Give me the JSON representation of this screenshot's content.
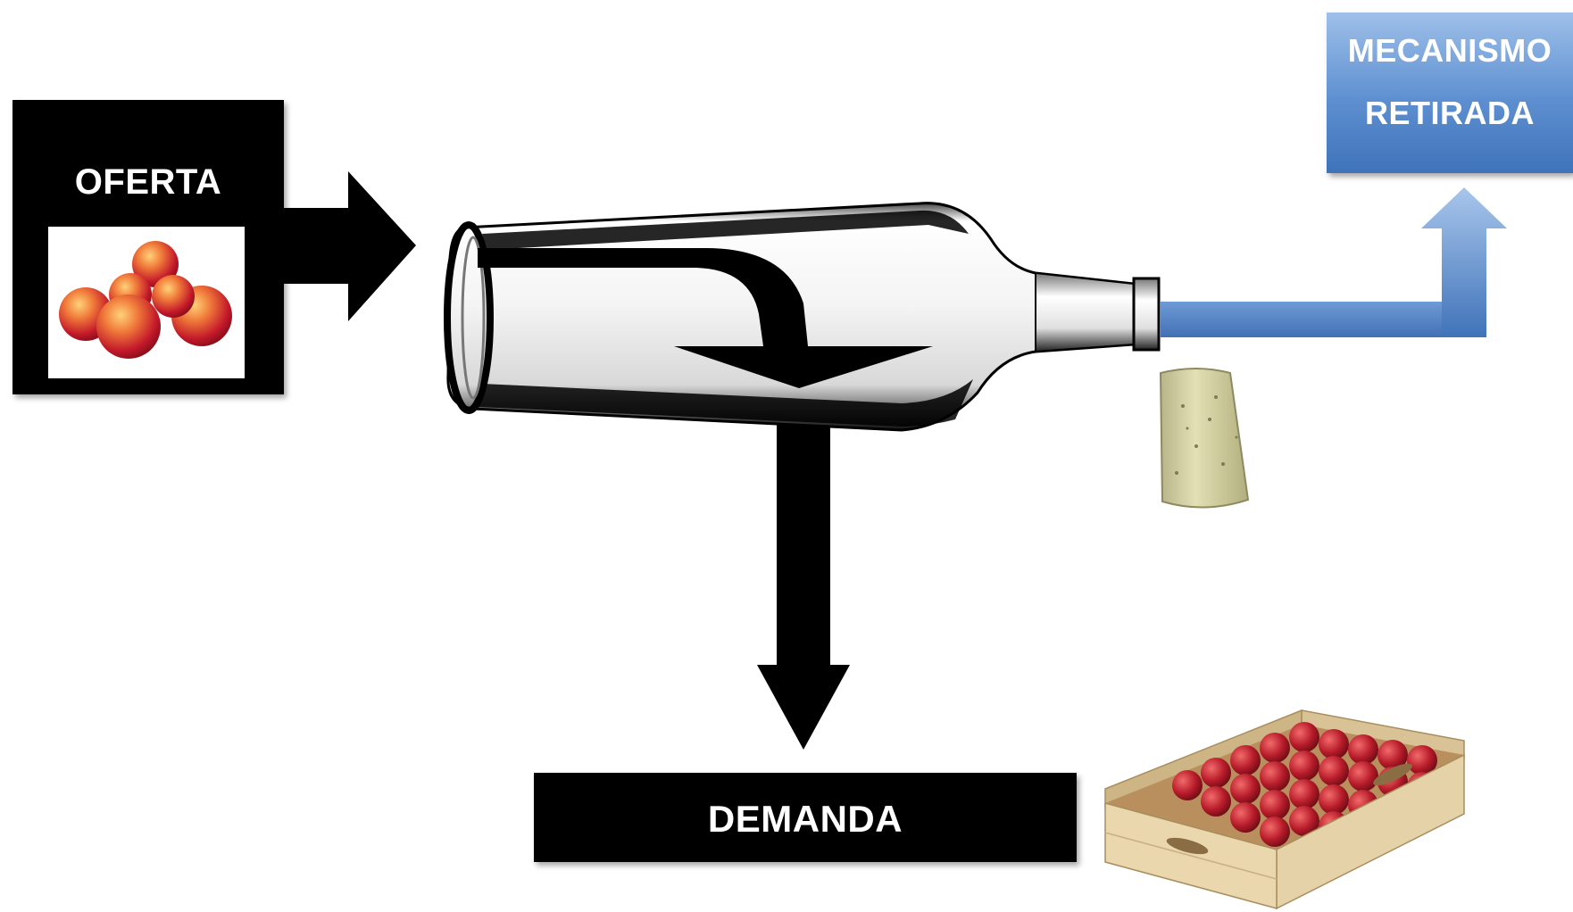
{
  "diagram": {
    "supply_label": "OFERTA",
    "demand_label": "DEMANDA",
    "withdrawal_label_line1": "MECANISMO",
    "withdrawal_label_line2": "RETIRADA"
  },
  "colors": {
    "dark_box": "#000000",
    "withdrawal_blue": "#4a7cc0",
    "withdrawal_blue_light": "#9fc0ea",
    "cork": "#d8d6a4",
    "crate_wood": "#e6d2a8",
    "fruit_red": "#b81c2a"
  },
  "icons": [
    "nectarines-photo-icon",
    "glass-bottle-icon",
    "cork-icon",
    "fruit-crate-icon"
  ]
}
